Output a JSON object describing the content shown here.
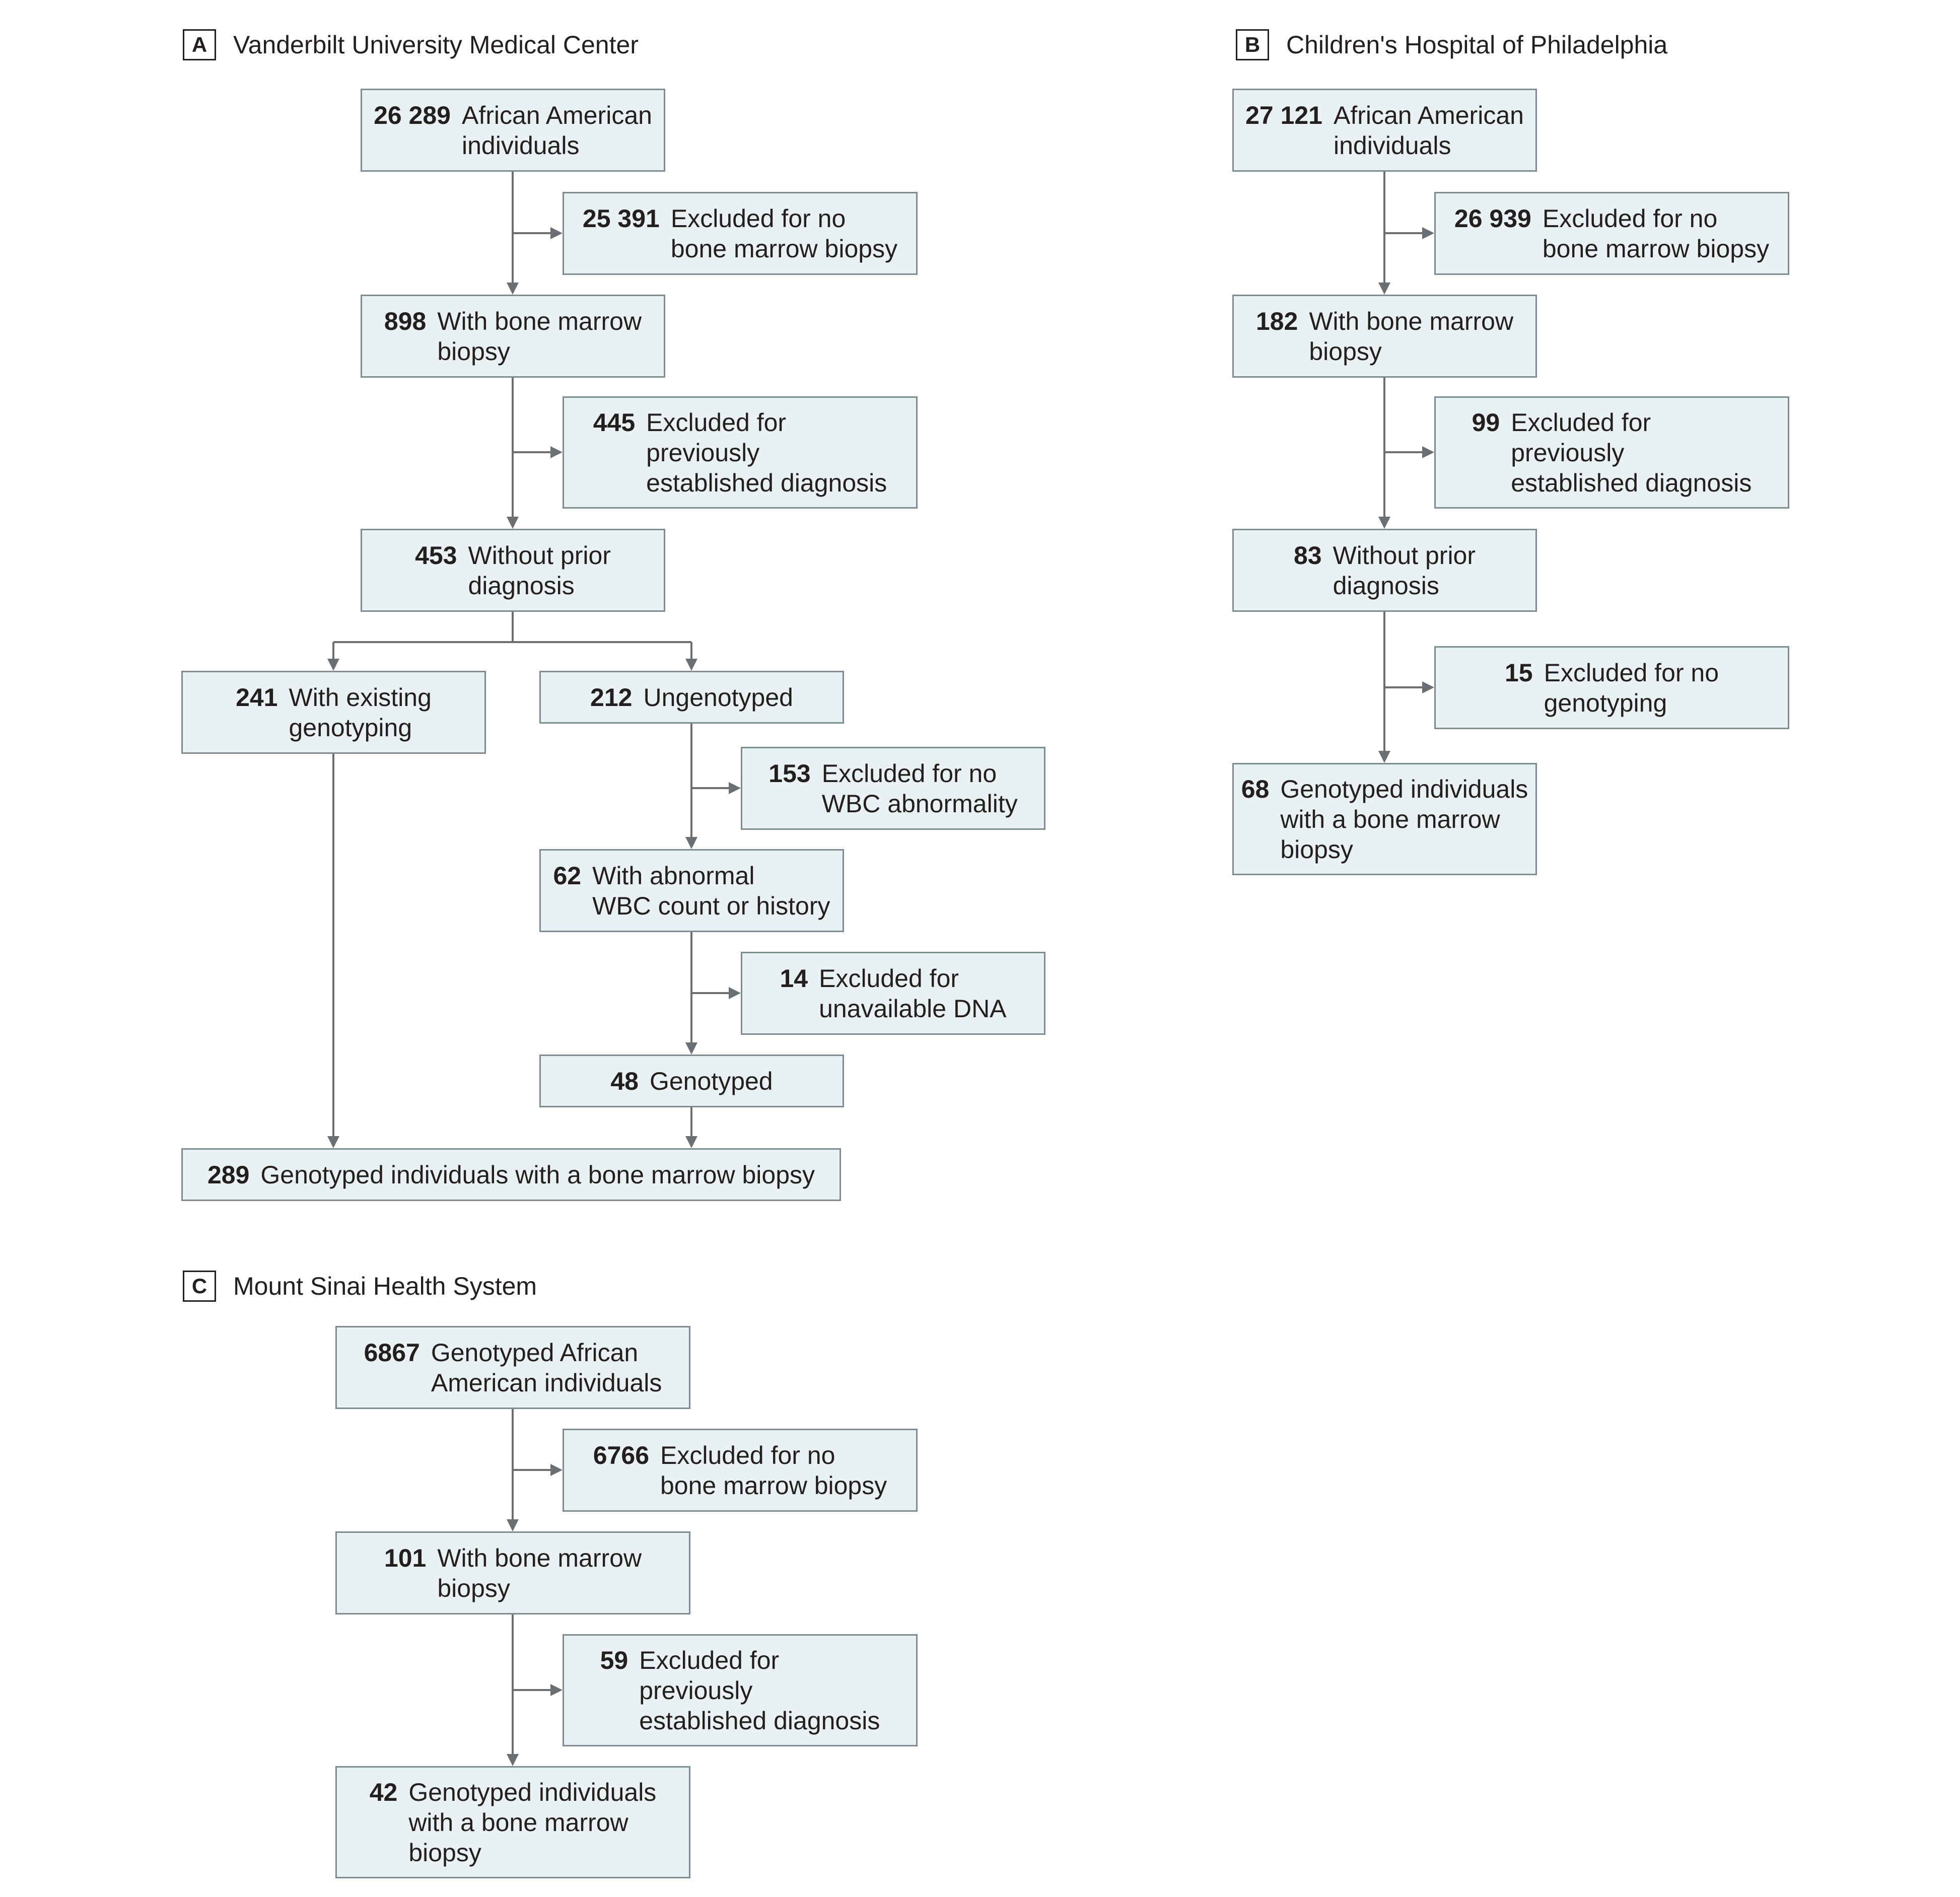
{
  "panels": {
    "A": {
      "letter": "A",
      "title": "Vanderbilt University Medical Center",
      "boxes": {
        "start": {
          "num": "26 289",
          "text": "African American\nindividuals"
        },
        "excl_bmb": {
          "num": "25 391",
          "text": "Excluded for no\nbone marrow biopsy"
        },
        "with_bmb": {
          "num": "898",
          "text": "With bone marrow\nbiopsy"
        },
        "excl_prev": {
          "num": "445",
          "text": "Excluded for\npreviously\nestablished diagnosis"
        },
        "no_prior": {
          "num": "453",
          "text": "Without prior\ndiagnosis"
        },
        "existing": {
          "num": "241",
          "text": "With existing\ngenotyping"
        },
        "ungenotyped": {
          "num": "212",
          "text": "Ungenotyped"
        },
        "excl_wbc": {
          "num": "153",
          "text": "Excluded for no\nWBC abnormality"
        },
        "abn_wbc": {
          "num": "62",
          "text": "With abnormal\nWBC count or history"
        },
        "excl_dna": {
          "num": "14",
          "text": "Excluded for\nunavailable DNA"
        },
        "genotyped": {
          "num": "48",
          "text": "Genotyped"
        },
        "final": {
          "num": "289",
          "text": "Genotyped individuals with a bone marrow biopsy"
        }
      }
    },
    "B": {
      "letter": "B",
      "title": "Children's Hospital of Philadelphia",
      "boxes": {
        "start": {
          "num": "27 121",
          "text": "African American\nindividuals"
        },
        "excl_bmb": {
          "num": "26 939",
          "text": "Excluded for no\nbone marrow biopsy"
        },
        "with_bmb": {
          "num": "182",
          "text": "With bone marrow\nbiopsy"
        },
        "excl_prev": {
          "num": "99",
          "text": "Excluded for\npreviously\nestablished diagnosis"
        },
        "no_prior": {
          "num": "83",
          "text": "Without prior\ndiagnosis"
        },
        "excl_geno": {
          "num": "15",
          "text": "Excluded for no\ngenotyping"
        },
        "final": {
          "num": "68",
          "text": "Genotyped individuals\nwith a bone marrow\nbiopsy"
        }
      }
    },
    "C": {
      "letter": "C",
      "title": "Mount Sinai Health System",
      "boxes": {
        "start": {
          "num": "6867",
          "text": "Genotyped African\nAmerican individuals"
        },
        "excl_bmb": {
          "num": "6766",
          "text": "Excluded for no\nbone marrow biopsy"
        },
        "with_bmb": {
          "num": "101",
          "text": "With bone marrow\nbiopsy"
        },
        "excl_prev": {
          "num": "59",
          "text": "Excluded for\npreviously\nestablished diagnosis"
        },
        "final": {
          "num": "42",
          "text": "Genotyped individuals\nwith a bone marrow\nbiopsy"
        }
      }
    }
  }
}
